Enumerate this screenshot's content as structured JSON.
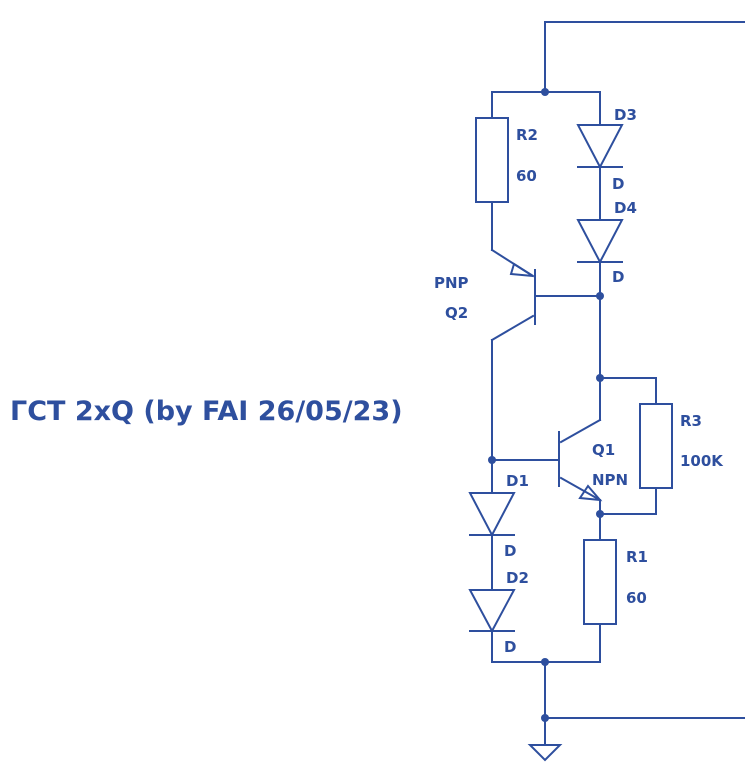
{
  "title": "ГСТ 2xQ (by FAI 26/05/23)",
  "colors": {
    "ink": "#2e4f9e",
    "background": "#ffffff"
  },
  "components": {
    "r2": {
      "ref": "R2",
      "value": "60"
    },
    "r1": {
      "ref": "R1",
      "value": "60"
    },
    "r3": {
      "ref": "R3",
      "value": "100K"
    },
    "d1": {
      "ref": "D1",
      "value": "D"
    },
    "d2": {
      "ref": "D2",
      "value": "D"
    },
    "d3": {
      "ref": "D3",
      "value": "D"
    },
    "d4": {
      "ref": "D4",
      "value": "D"
    },
    "q1": {
      "ref": "Q1",
      "type": "NPN"
    },
    "q2": {
      "ref": "Q2",
      "type": "PNP"
    }
  },
  "ground_symbol": "ground-icon"
}
